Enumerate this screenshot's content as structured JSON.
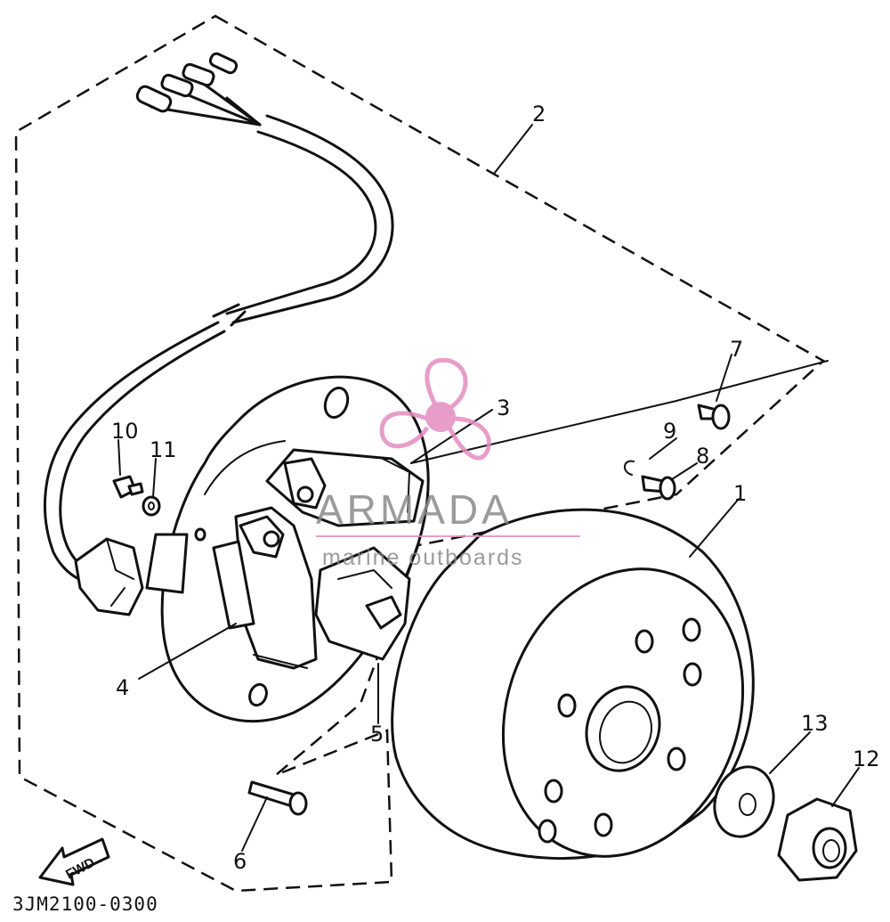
{
  "diagram": {
    "callouts": [
      {
        "id": "1",
        "text": "1"
      },
      {
        "id": "2",
        "text": "2"
      },
      {
        "id": "3",
        "text": "3"
      },
      {
        "id": "4",
        "text": "4"
      },
      {
        "id": "5",
        "text": "5"
      },
      {
        "id": "6",
        "text": "6"
      },
      {
        "id": "7",
        "text": "7"
      },
      {
        "id": "8",
        "text": "8"
      },
      {
        "id": "9",
        "text": "9"
      },
      {
        "id": "10",
        "text": "10"
      },
      {
        "id": "11",
        "text": "11"
      },
      {
        "id": "12",
        "text": "12"
      },
      {
        "id": "13",
        "text": "13"
      }
    ],
    "part_code": "3JM2100-0300",
    "fwd_label": "FWD"
  },
  "watermark": {
    "title": "ARMADA",
    "subtitle": "marine outboards",
    "color": "#e58cc0",
    "text_color": "#8a8a8a"
  },
  "colors": {
    "line": "#111111",
    "background": "#ffffff"
  }
}
